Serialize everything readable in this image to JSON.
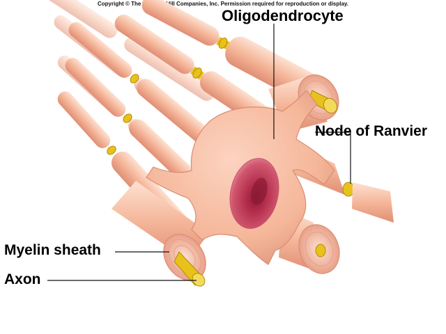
{
  "copyright": "Copyright © The McGraw-Hill Companies, Inc. Permission required for reproduction or display.",
  "labels": {
    "oligodendrocyte": "Oligodendrocyte",
    "node_of_ranvier": "Node of Ranvier",
    "myelin_sheath": "Myelin sheath",
    "axon": "Axon"
  },
  "colors": {
    "myelin": "#f5b79a",
    "myelin_shadow": "#e08e74",
    "myelin_highlight": "#fde1d2",
    "axon": "#e8c21a",
    "axon_dark": "#b08a0a",
    "cell_body": "#f7b9a0",
    "nucleus": "#c23a55",
    "nucleus_dark": "#8a1a34",
    "leader_line": "#111111"
  }
}
